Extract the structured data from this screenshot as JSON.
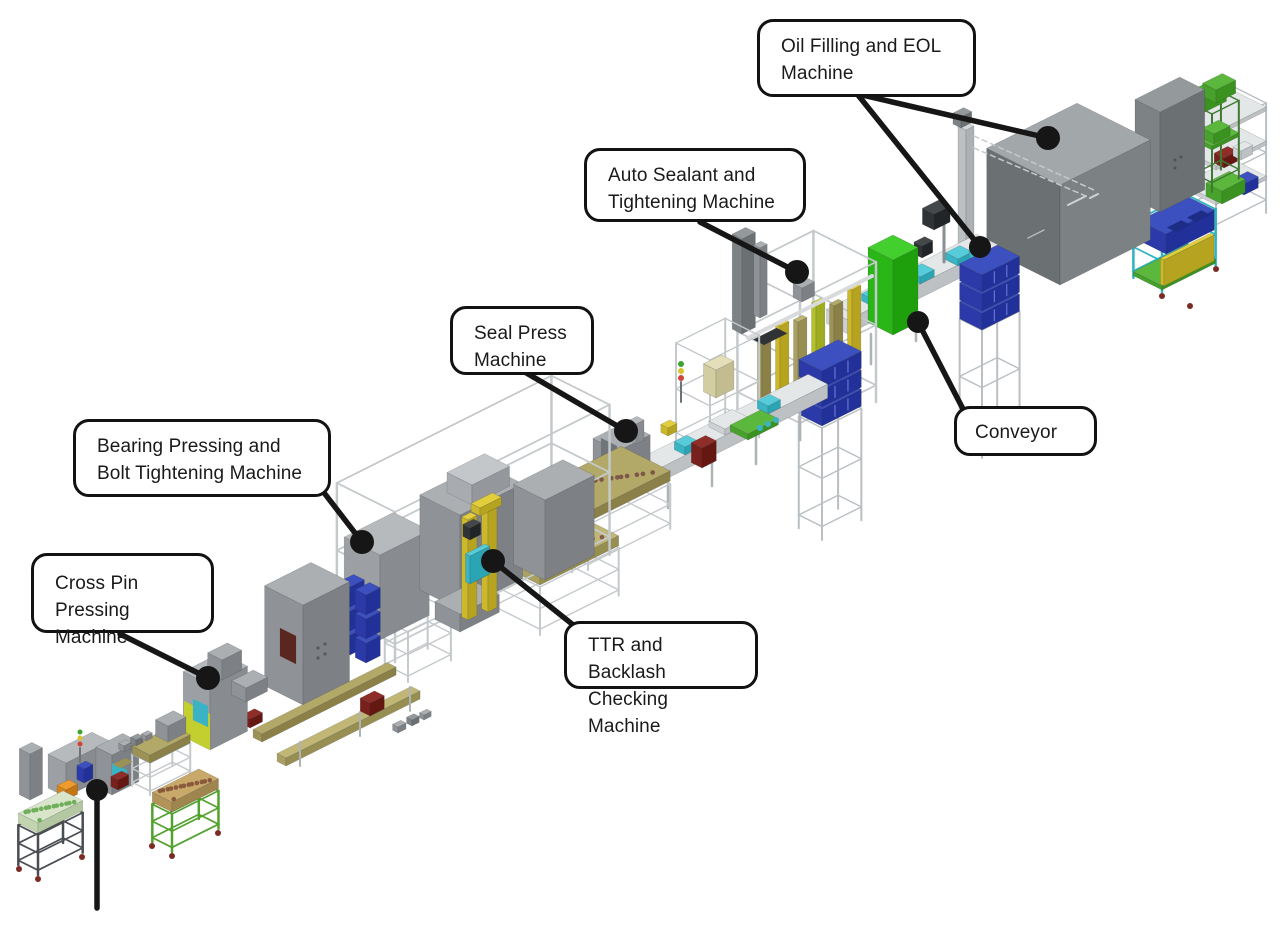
{
  "figure": {
    "type": "assembly-line-layout-diagram",
    "background_color": "#ffffff",
    "callouts": [
      {
        "id": "oil-filling-eol-machine",
        "label": "Oil Filling and EOL Machine"
      },
      {
        "id": "auto-sealant-and-tightening-machine",
        "label": "Auto Sealant and Tightening Machine"
      },
      {
        "id": "seal-press-machine",
        "label": "Seal Press Machine"
      },
      {
        "id": "bearing-pressing-and-bolt-tightening-machine",
        "label": "Bearing Pressing and Bolt Tightening Machine"
      },
      {
        "id": "cross-pin-pressing-machine",
        "label": "Cross Pin Pressing Machine"
      },
      {
        "id": "ttr-and-backlash-checking-machine",
        "label": "TTR and Backlash Checking Machine"
      },
      {
        "id": "conveyor",
        "label": "Conveyor"
      }
    ],
    "style": {
      "callout_border_color": "#121212",
      "callout_fill": "#ffffff",
      "callout_text_color": "#1a1a1a",
      "leader_line_color": "#161616",
      "machine_gray": "#9ca0a4",
      "machine_dark_gray": "#6b7073",
      "accent_green": "#2ab616",
      "accent_blue": "#2b3aa8",
      "accent_teal": "#3ab4c4",
      "accent_olive": "#9c9256",
      "accent_yellow": "#ccb82a",
      "structure_white": "#cdd1d3"
    }
  }
}
